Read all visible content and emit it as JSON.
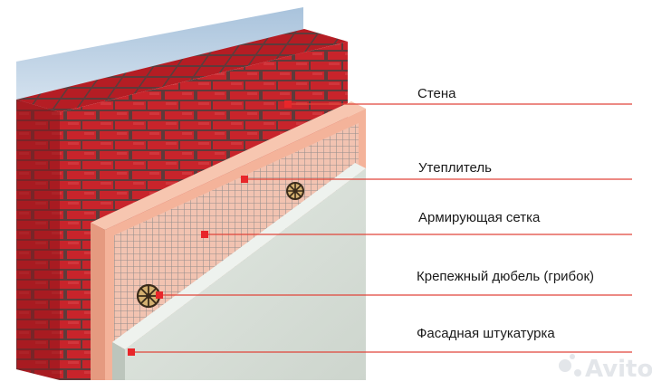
{
  "labels": [
    {
      "id": "wall",
      "text": "Стена"
    },
    {
      "id": "insulation",
      "text": "Утеплитель"
    },
    {
      "id": "mesh",
      "text": "Армирующая сетка"
    },
    {
      "id": "dowel",
      "text": "Крепежный дюбель (грибок)"
    },
    {
      "id": "plaster",
      "text": "Фасадная штукатурка"
    }
  ],
  "watermark": {
    "text": "Avito"
  },
  "colors": {
    "brick": "#c8242b",
    "brick_dark": "#8e1318",
    "mortar": "#6a4a4a",
    "insulation": "#f4b39a",
    "mesh": "#8b8b8b",
    "plaster": "#d9e0d9",
    "leader": "#e0453a",
    "marker": "#e8262a",
    "sky": "#b9cfe3"
  }
}
